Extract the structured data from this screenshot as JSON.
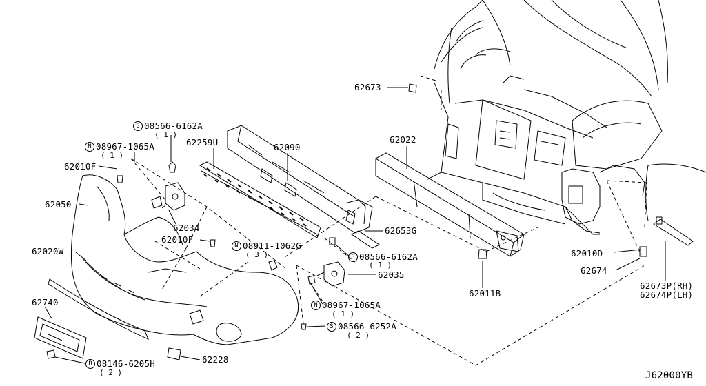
{
  "diagram_code": "J62000YB",
  "parts": {
    "p62673": "62673",
    "p62022": "62022",
    "p62090": "62090",
    "p62259u": "62259U",
    "p62010f_a": "62010F",
    "p62050": "62050",
    "p62034": "62034",
    "p62010f_b": "62010F",
    "p62020w": "62020W",
    "p62653g": "62653G",
    "p62035": "62035",
    "p62740": "62740",
    "p62228": "62228",
    "p62011b": "62011B",
    "p62010d": "62010D",
    "p62674": "62674",
    "p62673p": "62673P(RH)",
    "p62674p": "62674P(LH)"
  },
  "fasteners": [
    {
      "prefix": "S",
      "number": "08566-6162A",
      "qty": "( 1 )"
    },
    {
      "prefix": "N",
      "number": "08967-1065A",
      "qty": "( 1 )"
    },
    {
      "prefix": "N",
      "number": "08911-1062G",
      "qty": "( 3 )"
    },
    {
      "prefix": "S",
      "number": "08566-6162A",
      "qty": "( 1 )"
    },
    {
      "prefix": "N",
      "number": "08967-1065A",
      "qty": "( 1 )"
    },
    {
      "prefix": "S",
      "number": "08566-6252A",
      "qty": "( 2 )"
    },
    {
      "prefix": "B",
      "number": "08146-6205H",
      "qty": "( 2 )"
    }
  ]
}
